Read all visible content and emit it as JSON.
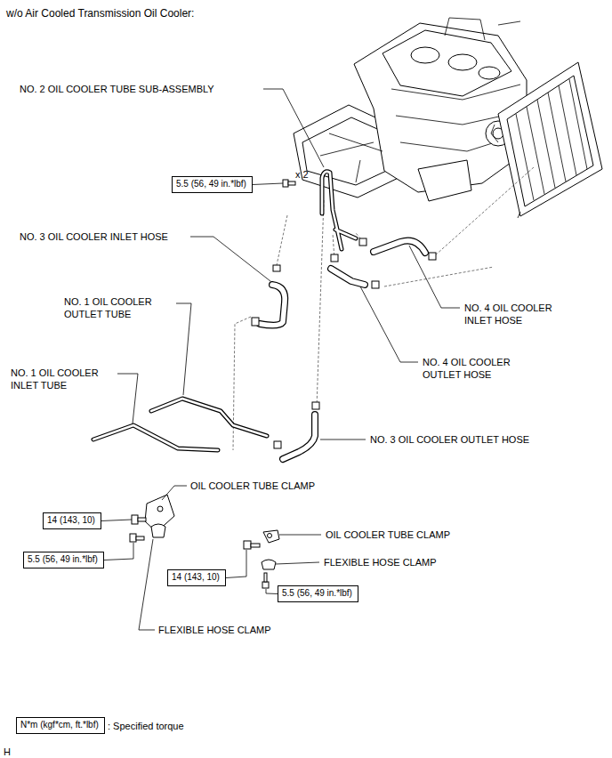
{
  "diagram": {
    "title": "w/o Air Cooled Transmission Oil Cooler:",
    "nodes": [
      {
        "text": [
          "5.5 (56, 49 in.*lbf)"
        ]
      },
      {
        "text": [
          "14 (143, 10)"
        ]
      },
      {
        "text": [
          "5.5 (56, 49 in.*lbf)"
        ]
      },
      {
        "text": [
          "14 (143, 10)"
        ]
      },
      {
        "text": [
          "5.5 (56, 49 in.*lbf)"
        ]
      },
      {
        "text": [
          "N*m (kgf*cm, ft.*lbf)"
        ]
      }
    ],
    "labels": [
      "NO. 2 OIL COOLER TUBE SUB-ASSEMBLY",
      "x 2",
      "NO. 3 OIL COOLER INLET HOSE",
      "NO. 1 OIL COOLER OUTLET TUBE",
      "NO. 4 OIL COOLER INLET HOSE",
      "NO. 1 OIL COOLER INLET TUBE",
      "NO. 4 OIL COOLER OUTLET HOSE",
      "NO. 3 OIL COOLER OUTLET HOSE",
      "OIL COOLER TUBE CLAMP",
      "OIL COOLER TUBE CLAMP",
      "FLEXIBLE HOSE CLAMP",
      "FLEXIBLE HOSE CLAMP",
      "H"
    ],
    "legend": [
      {
        "text": ": Specified torque"
      }
    ]
  }
}
